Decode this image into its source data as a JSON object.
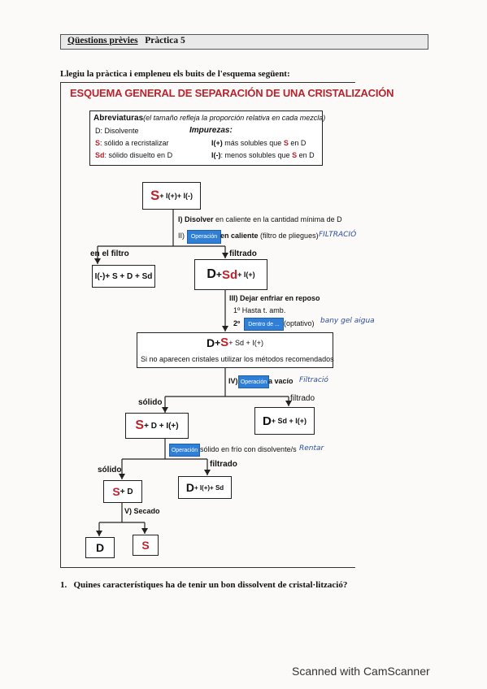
{
  "header": {
    "label": "Qüestions prèvies",
    "practice": "Pràctica 5"
  },
  "intro": "Llegiu la pràctica i empleneu els buits de l'esquema següent:",
  "scheme_title": "ESQUEMA GENERAL DE SEPARACIÓN DE UNA CRISTALIZACIÓN",
  "abbreviations": {
    "heading": "Abreviaturas",
    "note": "(el tamaño refleja la proporción relativa en cada mezcla)",
    "impurities_heading": "Impurezas:",
    "d": "D: Disolvente",
    "s_key": "S",
    "s": ": sólido a recristalizar",
    "sd_key": "Sd",
    "sd": ": sólido disuelto en D",
    "i_plus_key": "I(+)",
    "i_plus_a": " más solubles que ",
    "i_plus_s": "S",
    "i_plus_b": " en D",
    "i_minus_key": "I(-)",
    "i_minus_a": ": menos solubles que ",
    "i_minus_s": "S",
    "i_minus_b": " en D"
  },
  "boxes": {
    "start": {
      "main": "S",
      "rest": " + I(+)+ I(-)"
    },
    "filter_residue": {
      "text": "I(-)+ S + D + Sd"
    },
    "filtrate1": {
      "main": "D",
      "mid": " + ",
      "sd": "Sd",
      "rest": " + I(+)"
    },
    "cool": {
      "d": "D",
      "plus": " + ",
      "s": "S",
      "rest": " + Sd + I(+)",
      "note": "Si no aparecen cristales utilizar los métodos recomendados"
    },
    "solid1": {
      "s": "S",
      "rest": " + D + I(+)"
    },
    "filtrate2": {
      "d": "D",
      "rest": " + Sd + I(+)"
    },
    "solid2": {
      "s": "S",
      "rest": " + D"
    },
    "filtrate3": {
      "d": "D",
      "rest": " + I(+)+ Sd"
    },
    "final_d": "D",
    "final_s": "S"
  },
  "steps": {
    "step1_num": "I)",
    "step1_bold": "Disolver",
    "step1_rest": " en caliente en la cantidad mínima de D",
    "step2_num": "II)",
    "step2_button": "Operación",
    "step2_bold": " en caliente",
    "step2_rest": " (filtro de pliegues)",
    "step2_hand": "FILTRACIÓ",
    "step3": "III) Dejar enfriar en reposo",
    "step3_1": "1º Hasta t. amb.",
    "step3_2_num": "2º",
    "step3_2_button": "Dentro de ...",
    "step3_2_rest": "(optativo)",
    "step3_hand": "bany gel aigua",
    "step4_num": "IV)",
    "step4_button": "Operación",
    "step4_rest": " a vacío",
    "step4_hand": "Filtració",
    "step5_button": "Operación",
    "step5_rest": " sólido en frío con disolvente/s",
    "step5_hand": "Rentar",
    "step6": "V) Secado"
  },
  "labels": {
    "on_filter": "en el filtro",
    "filtrate": "filtrado",
    "solid": "sólido"
  },
  "question1": {
    "number": "1.",
    "text": "Quines característiques ha de tenir un bon dissolvent de cristal·lització?"
  },
  "watermark": "Scanned with CamScanner"
}
